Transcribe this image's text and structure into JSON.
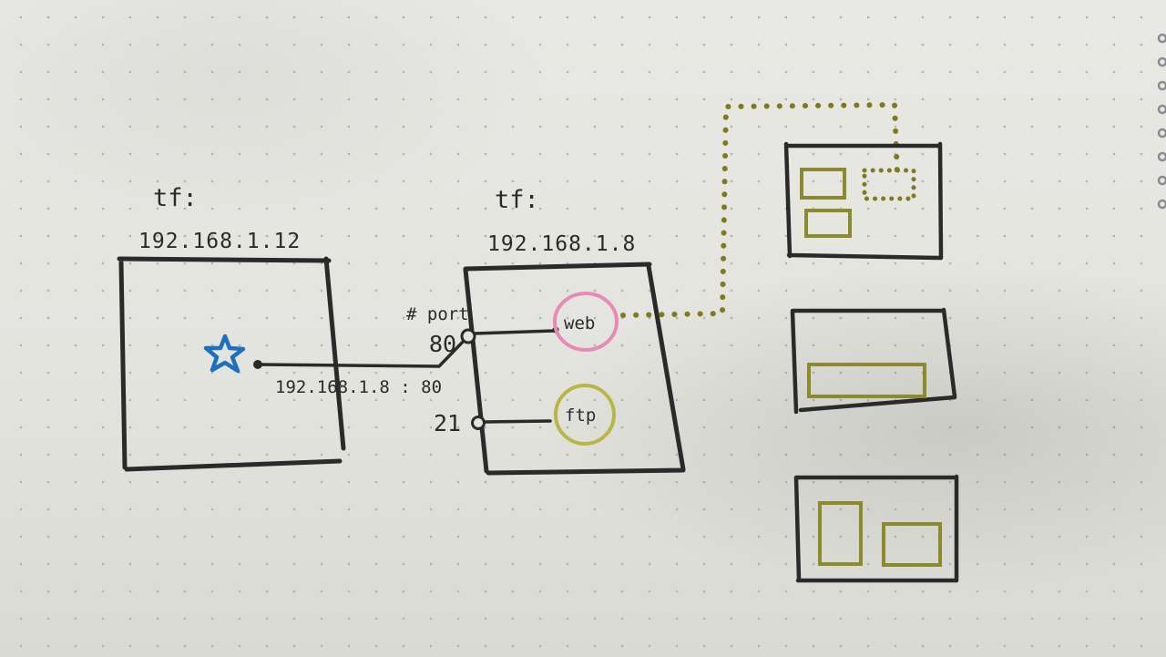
{
  "left_host": {
    "label": "tf:",
    "ip": "192.168.1.12",
    "marker": "star-icon",
    "marker_color": "#1f6fbf"
  },
  "right_host": {
    "label": "tf:",
    "ip": "192.168.1.8",
    "port_heading": "# port",
    "ports": [
      {
        "number": "80",
        "service": "web",
        "ring_color": "#e889b7"
      },
      {
        "number": "21",
        "service": "ftp",
        "ring_color": "#b8b644"
      }
    ]
  },
  "connection": {
    "label": "192.168.1.8 : 80"
  },
  "colors": {
    "ink": "#2b2a2b",
    "olive": "#7d7a1f",
    "panel_olive": "#8c8a2c"
  },
  "web_pages": {
    "count": 3,
    "linked_page_index": 0
  }
}
